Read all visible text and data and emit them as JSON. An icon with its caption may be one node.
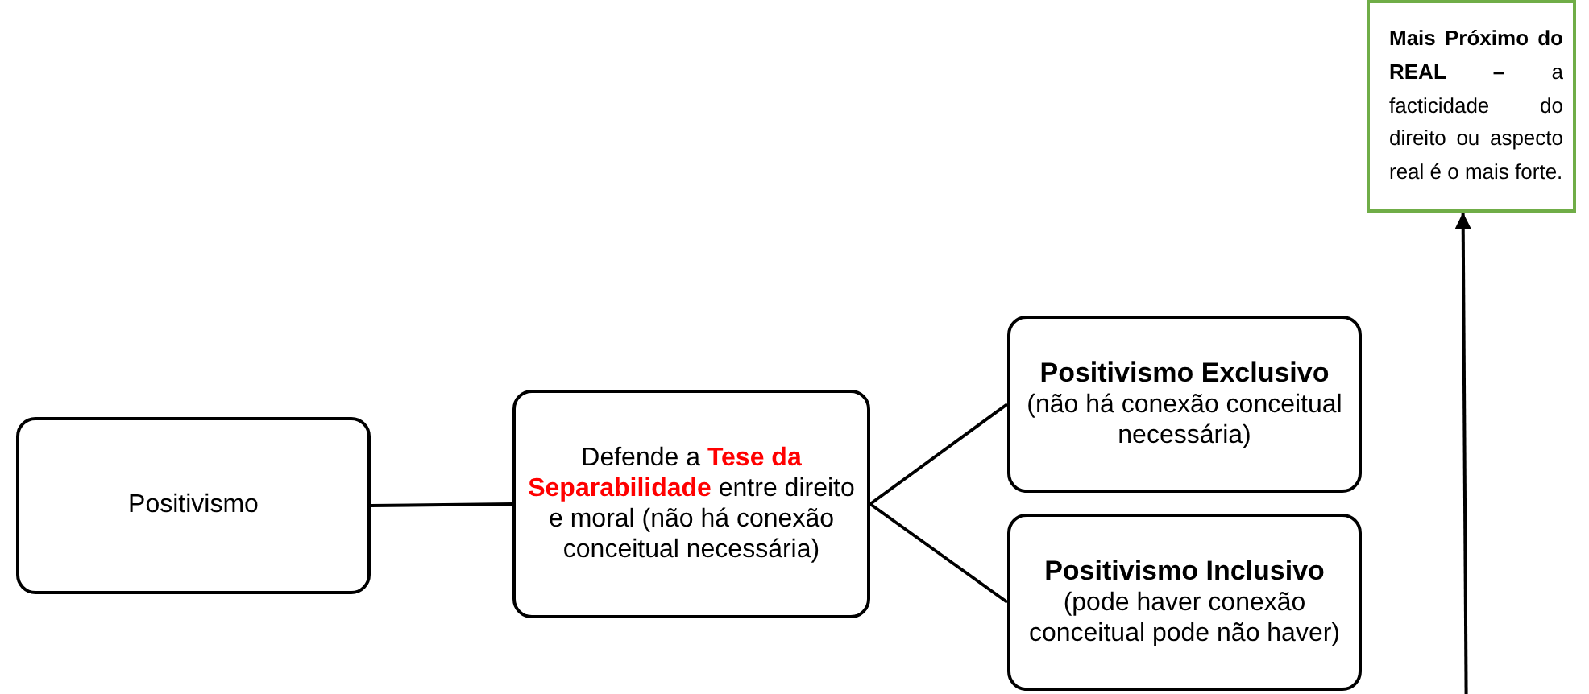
{
  "diagram": {
    "nodes": [
      {
        "text": [
          "Positivismo"
        ]
      },
      {
        "text": [
          "Defende a **Tese da Separabilidade** entre direito e moral (não há conexão conceitual necessária)"
        ]
      },
      {
        "text": [
          "Positivismo Exclusivo",
          "(não há conexão conceitual necessária)"
        ]
      },
      {
        "text": [
          "Positivismo Inclusivo",
          "(pode haver conexão conceitual pode não haver)"
        ]
      },
      {
        "text": [
          "**Mais Próximo do REAL –** a facticidade do direito ou aspecto real é o mais forte."
        ]
      }
    ],
    "edges": [
      {
        "from": 0,
        "to": 1,
        "arrow": "none"
      },
      {
        "from": 1,
        "to": 2,
        "arrow": "none"
      },
      {
        "from": 1,
        "to": 3,
        "arrow": "none"
      },
      {
        "from": null,
        "to": 4,
        "arrow": "to"
      }
    ]
  }
}
